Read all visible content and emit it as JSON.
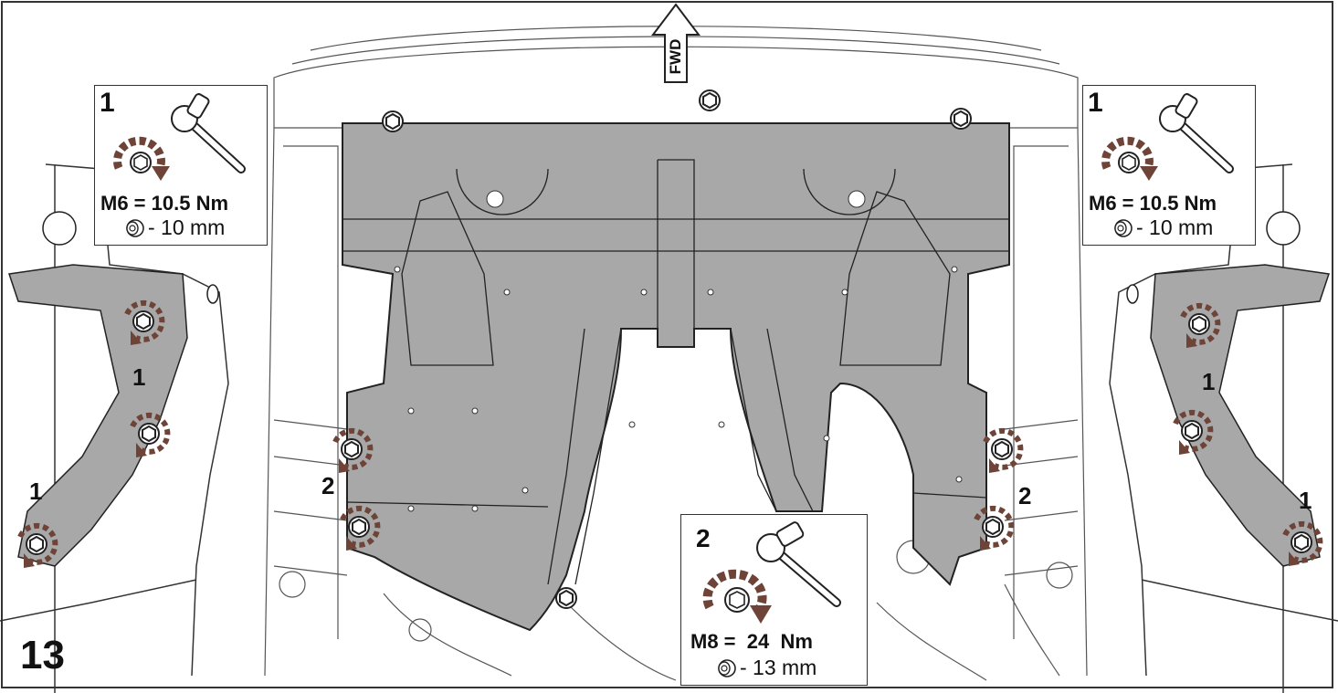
{
  "step_number": "13",
  "direction_label": "FWD",
  "callouts": {
    "left": {
      "index": "1",
      "torque": "M6 = 10.5 Nm",
      "socket": "- 10 mm"
    },
    "right": {
      "index": "1",
      "torque": "M6 = 10.5 Nm",
      "socket": "- 10 mm"
    },
    "center": {
      "index": "2",
      "torque": "M8 =  24  Nm",
      "socket": "- 13 mm"
    }
  },
  "fastener_labels": {
    "left_upper": "1",
    "left_lower": "1",
    "right_upper": "1",
    "right_lower": "1",
    "center_left": "2",
    "center_right": "2"
  },
  "colors": {
    "skid_plate": "#a8a8a8",
    "arrow": "#6e4438",
    "line": "#333333"
  },
  "icons": [
    "ratchet-wrench-icon",
    "socket-icon",
    "rotate-arrow-icon",
    "hex-bolt-icon",
    "up-arrow-icon"
  ]
}
